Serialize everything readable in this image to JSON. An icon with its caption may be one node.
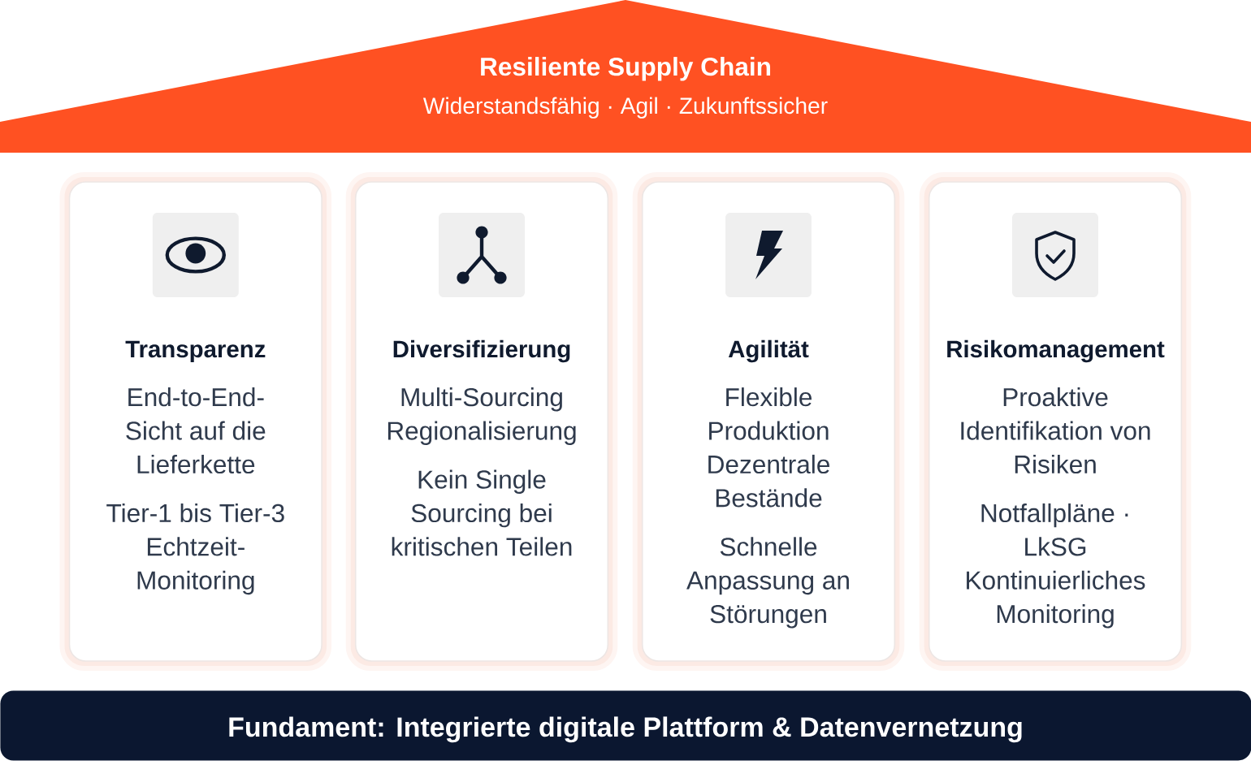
{
  "diagram": {
    "nodes": [
      {
        "text": [
          "Resiliente Supply Chain",
          "Widerstandsfähig · Agil · Zukunftssicher"
        ]
      },
      {
        "text": [
          "Transparenz",
          "End-to-End-Sicht auf die Lieferkette",
          "Tier-1 bis Tier-3 Echtzeit-Monitoring"
        ]
      },
      {
        "text": [
          "Diversifizierung",
          "Multi-Sourcing Regionalisierung",
          "Kein Single Sourcing bei kritischen Teilen"
        ]
      },
      {
        "text": [
          "Agilität",
          "Flexible Produktion Dezentrale Bestände",
          "Schnelle Anpassung an Störungen"
        ]
      },
      {
        "text": [
          "Risikomanagement",
          "Proaktive Identifikation von Risiken",
          "Notfallpläne · LkSG Kontinuierliches Monitoring"
        ]
      },
      {
        "text": [
          "Fundament: Integrierte digitale Plattform & Datenvernetzung"
        ]
      }
    ]
  }
}
